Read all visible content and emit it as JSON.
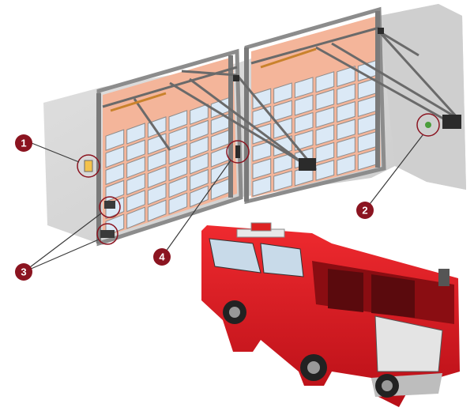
{
  "colors": {
    "wall": "#d4d4d4",
    "wall_shadow": "#bdbdbd",
    "frame": "#9a9a9a",
    "panel_glow": "#f4b59a",
    "glass": "#dbe9f6",
    "track": "#6a6a6a",
    "callout": "#8b1420",
    "truck_red": "#d8141e",
    "truck_dark": "#8a0d12"
  },
  "callouts": [
    {
      "number": "1",
      "icon": "wall-control-icon"
    },
    {
      "number": "2",
      "icon": "photo-eye-sensor-icon"
    },
    {
      "number": "3",
      "icon": "bottom-bracket-icon"
    },
    {
      "number": "4",
      "icon": "door-lock-icon"
    }
  ],
  "illustration": {
    "doors": 2,
    "vehicle_icon": "fire-truck-icon"
  }
}
